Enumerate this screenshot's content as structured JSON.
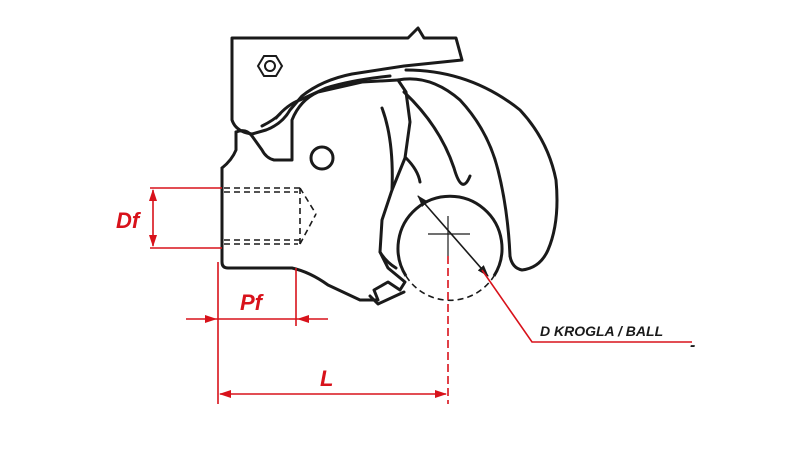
{
  "labels": {
    "df": "Df",
    "pf": "Pf",
    "l": "L",
    "ball": "D KROGLA / BALL",
    "trailing_mark": "-"
  },
  "colors": {
    "outline": "#1a1a1a",
    "dimension": "#d8121b",
    "background": "#ffffff"
  },
  "icons": {
    "hex_bolt": "hex-nut-icon",
    "pin_hole": "circle-hole-icon"
  }
}
